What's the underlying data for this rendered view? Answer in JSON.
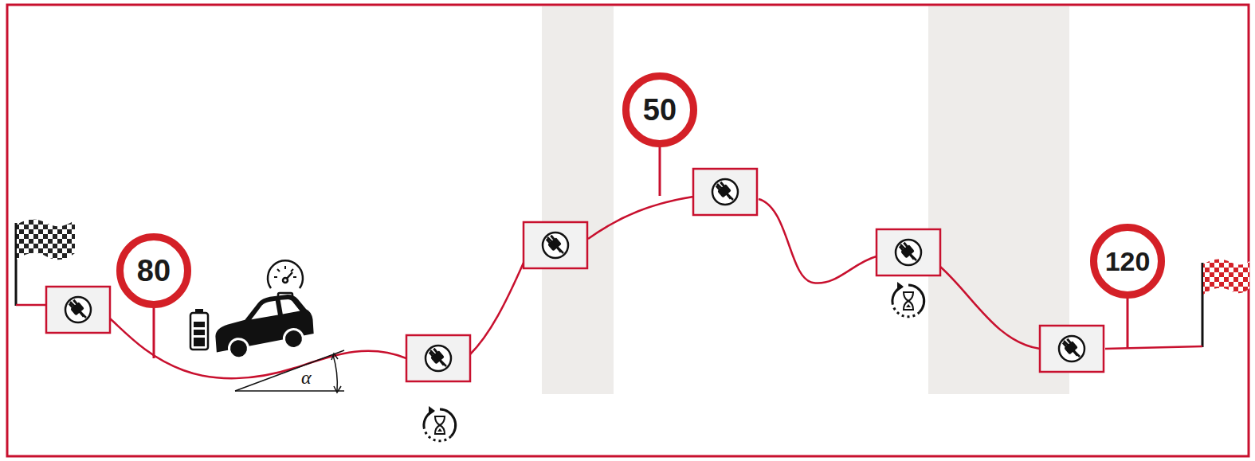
{
  "diagram": {
    "nodes": [
      {
        "text": [
          "80"
        ]
      },
      {
        "text": [
          "50"
        ]
      },
      {
        "text": [
          "120"
        ]
      }
    ],
    "labels": [
      "α"
    ]
  }
}
